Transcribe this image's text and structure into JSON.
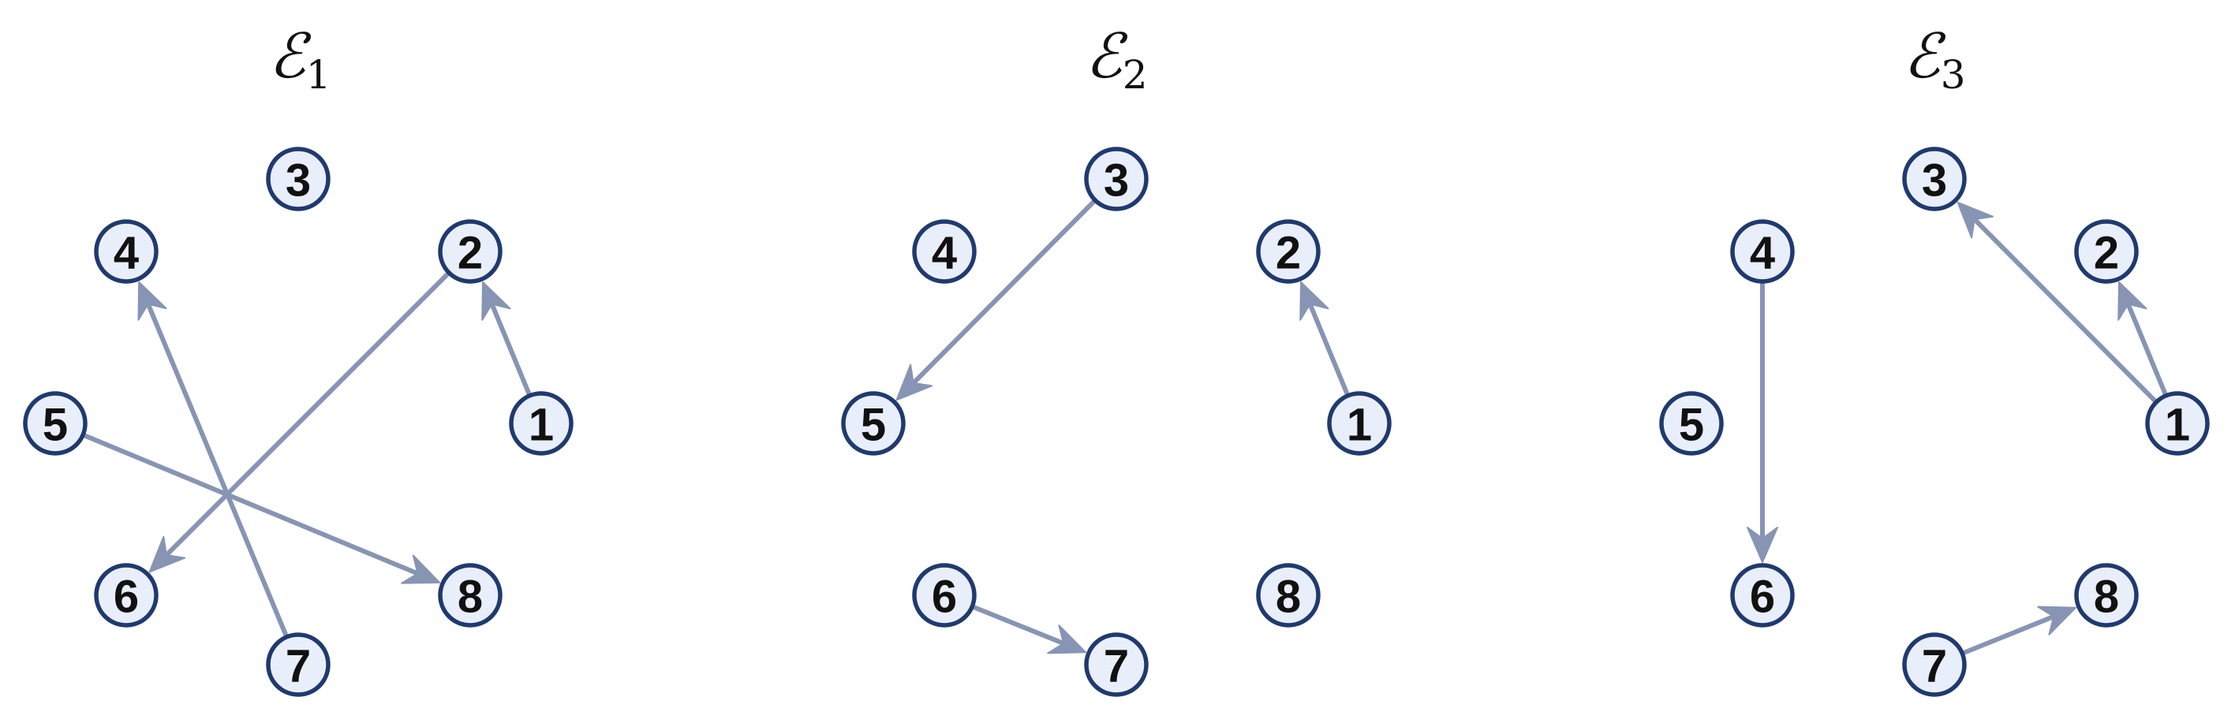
{
  "colors": {
    "edge": "#8794b3",
    "node_fill": "#e9eefb",
    "node_stroke": "#1f3a6e",
    "label": "#111111"
  },
  "panels": [
    {
      "title_main": "ℰ",
      "title_sub": "1",
      "nodes": [
        "1",
        "2",
        "3",
        "4",
        "5",
        "6",
        "7",
        "8"
      ],
      "edges": [
        {
          "from": "1",
          "to": "2"
        },
        {
          "from": "2",
          "to": "6"
        },
        {
          "from": "5",
          "to": "8"
        },
        {
          "from": "7",
          "to": "4"
        }
      ]
    },
    {
      "title_main": "ℰ",
      "title_sub": "2",
      "nodes": [
        "1",
        "2",
        "3",
        "4",
        "5",
        "6",
        "7",
        "8"
      ],
      "edges": [
        {
          "from": "3",
          "to": "5"
        },
        {
          "from": "1",
          "to": "2"
        },
        {
          "from": "6",
          "to": "7"
        }
      ]
    },
    {
      "title_main": "ℰ",
      "title_sub": "3",
      "nodes": [
        "1",
        "2",
        "3",
        "4",
        "5",
        "6",
        "7",
        "8"
      ],
      "edges": [
        {
          "from": "1",
          "to": "3"
        },
        {
          "from": "1",
          "to": "2"
        },
        {
          "from": "4",
          "to": "6"
        },
        {
          "from": "7",
          "to": "8"
        }
      ]
    }
  ]
}
